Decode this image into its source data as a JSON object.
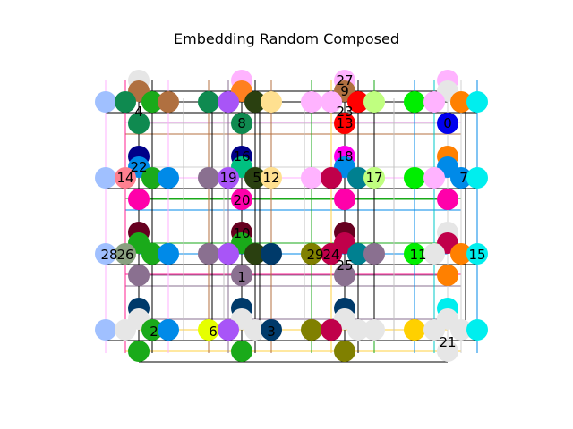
{
  "figure": {
    "title": "Embedding Random Composed"
  },
  "graph": {
    "columns": {
      "A": {
        "nodes": [
          155,
          270,
          385,
          500
        ],
        "dots": [
          155,
          270,
          385,
          500
        ]
      },
      "B": {
        "nodes": [
          118,
          233,
          348,
          463
        ]
      },
      "C": {
        "nodes": [
          140,
          255,
          370,
          485
        ]
      },
      "D": {
        "nodes": [
          170,
          285,
          400,
          515
        ]
      },
      "E": {
        "nodes": [
          188,
          303,
          418,
          533
        ]
      }
    },
    "labels": [
      {
        "text": "27",
        "col": 385,
        "row": 90
      },
      {
        "text": "9",
        "col": 385,
        "row": 102
      },
      {
        "text": "4",
        "col": 155,
        "row": 125
      },
      {
        "text": "8",
        "col": 270,
        "row": 138
      },
      {
        "text": "23",
        "col": 385,
        "row": 125
      },
      {
        "text": "13",
        "col": 385,
        "row": 138
      },
      {
        "text": "0",
        "col": 500,
        "row": 138
      },
      {
        "text": "16",
        "col": 270,
        "row": 175
      },
      {
        "text": "18",
        "col": 385,
        "row": 175
      },
      {
        "text": "22",
        "col": 155,
        "row": 187
      },
      {
        "text": "14",
        "col": 140,
        "row": 199
      },
      {
        "text": "19",
        "col": 255,
        "row": 199
      },
      {
        "text": "5",
        "col": 287,
        "row": 199
      },
      {
        "text": "12",
        "col": 303,
        "row": 199
      },
      {
        "text": "17",
        "col": 418,
        "row": 199
      },
      {
        "text": "7",
        "col": 518,
        "row": 199
      },
      {
        "text": "20",
        "col": 270,
        "row": 224
      },
      {
        "text": "10",
        "col": 270,
        "row": 261
      },
      {
        "text": "28",
        "col": 122,
        "row": 285
      },
      {
        "text": "26",
        "col": 140,
        "row": 285
      },
      {
        "text": "29",
        "col": 352,
        "row": 285
      },
      {
        "text": "24",
        "col": 370,
        "row": 285
      },
      {
        "text": "11",
        "col": 467,
        "row": 285
      },
      {
        "text": "15",
        "col": 533,
        "row": 285
      },
      {
        "text": "25",
        "col": 385,
        "row": 297
      },
      {
        "text": "1",
        "col": 270,
        "row": 310
      },
      {
        "text": "2",
        "col": 172,
        "row": 371
      },
      {
        "text": "6",
        "col": 238,
        "row": 371
      },
      {
        "text": "3",
        "col": 303,
        "row": 371
      },
      {
        "text": "21",
        "col": 500,
        "row": 383
      }
    ]
  }
}
